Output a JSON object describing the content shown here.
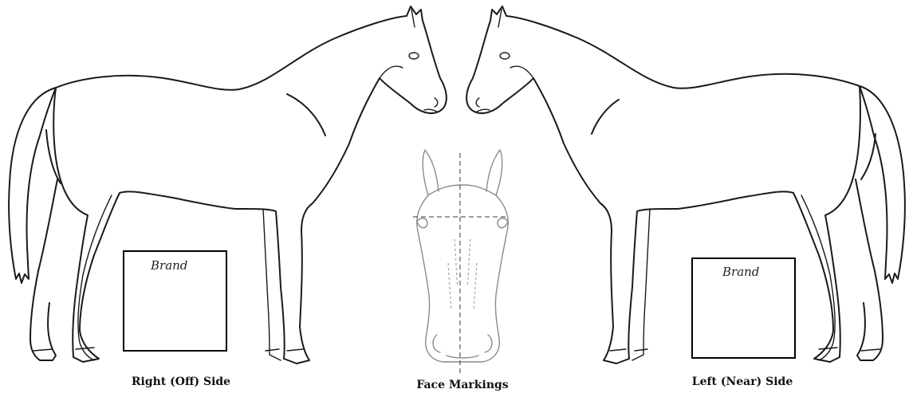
{
  "labels": {
    "right_side": "Right (Off) Side",
    "face": "Face Markings",
    "left_side": "Left (Near) Side"
  },
  "brand_boxes": {
    "right": "Brand",
    "left": "Brand"
  }
}
